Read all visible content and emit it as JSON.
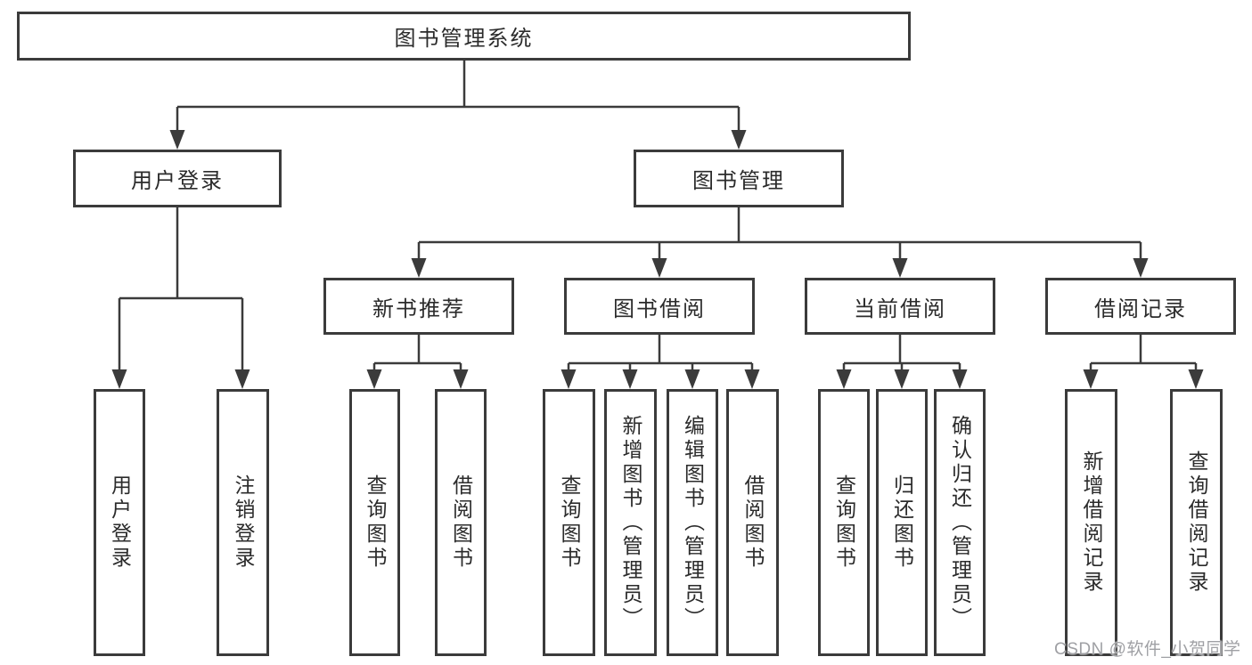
{
  "diagram": {
    "root": {
      "label": "图书管理系统"
    },
    "branches": [
      {
        "label": "用户登录",
        "children": [
          {
            "label": "用户登录"
          },
          {
            "label": "注销登录"
          }
        ]
      },
      {
        "label": "图书管理",
        "children": [
          {
            "label": "新书推荐",
            "children": [
              {
                "label": "查询图书"
              },
              {
                "label": "借阅图书"
              }
            ]
          },
          {
            "label": "图书借阅",
            "children": [
              {
                "label": "查询图书"
              },
              {
                "label": "新增图书（管理员）"
              },
              {
                "label": "编辑图书（管理员）"
              },
              {
                "label": "借阅图书"
              }
            ]
          },
          {
            "label": "当前借阅",
            "children": [
              {
                "label": "查询图书"
              },
              {
                "label": "归还图书"
              },
              {
                "label": "确认归还（管理员）"
              }
            ]
          },
          {
            "label": "借阅记录",
            "children": [
              {
                "label": "新增借阅记录"
              },
              {
                "label": "查询借阅记录"
              }
            ]
          }
        ]
      }
    ]
  },
  "watermark": {
    "text": "CSDN @软件_小贺同学"
  },
  "colors": {
    "line": "#3b3b3b",
    "text": "#2b2b2b",
    "watermark": "#9fa0a4",
    "background": "#ffffff"
  }
}
